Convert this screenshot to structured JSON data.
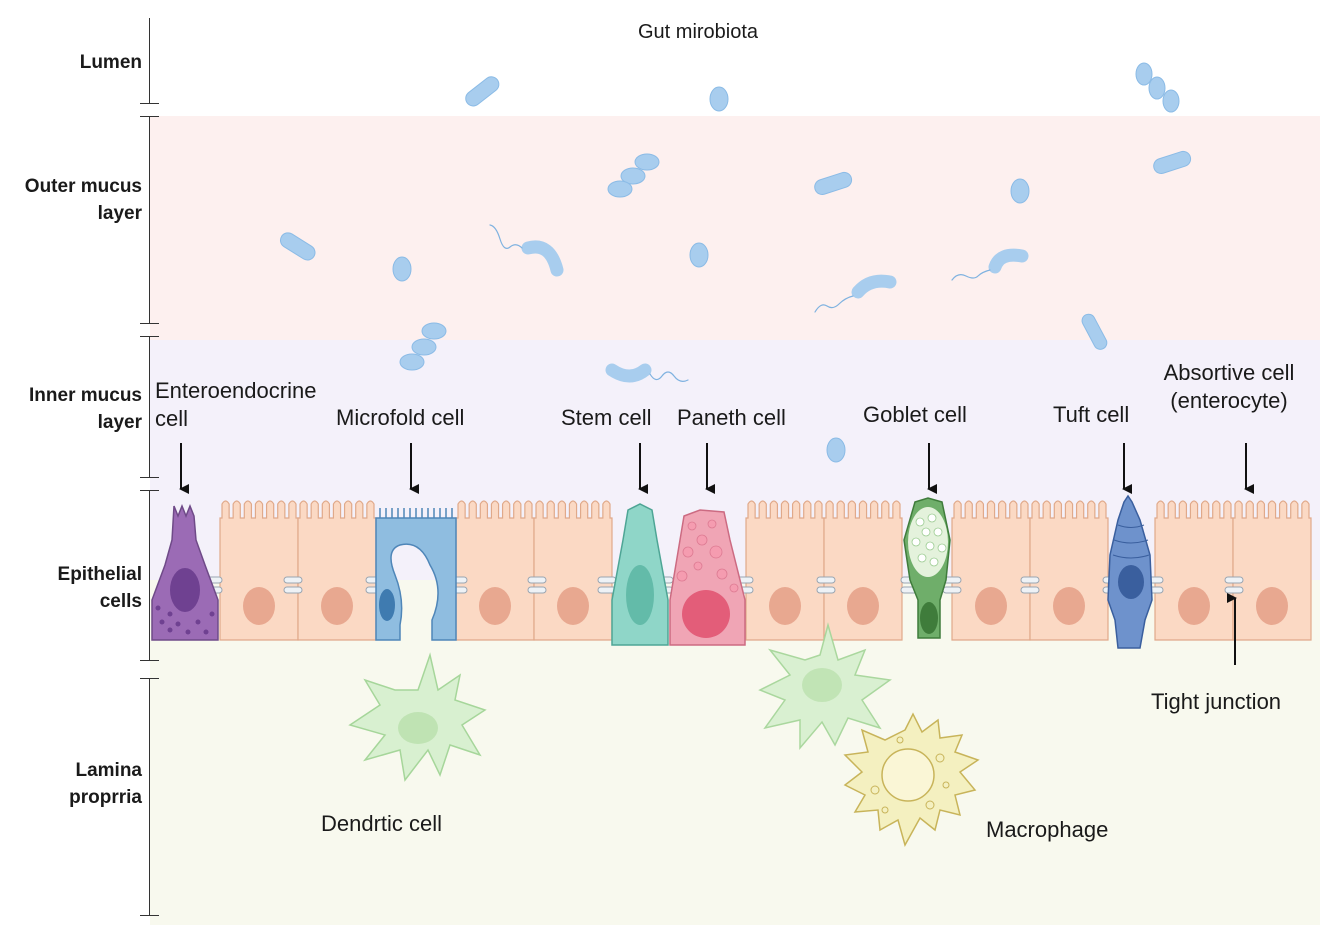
{
  "layers": {
    "lumen": "Lumen",
    "outer_mucus_l1": "Outer mucus",
    "outer_mucus_l2": "layer",
    "inner_mucus_l1": "Inner mucus",
    "inner_mucus_l2": "layer",
    "epithelial_l1": "Epithelial",
    "epithelial_l2": "cells",
    "lamina_l1": "Lamina",
    "lamina_l2": "proprria"
  },
  "labels": {
    "gut_microbiota": "Gut mirobiota",
    "enteroendocrine_l1": "Enteroendocrine",
    "enteroendocrine_l2": "cell",
    "microfold": "Microfold cell",
    "stem": "Stem cell",
    "paneth": "Paneth cell",
    "goblet": "Goblet cell",
    "tuft": "Tuft cell",
    "absorptive_l1": "Absortive cell",
    "absorptive_l2": "(enterocyte)",
    "tight_junction": "Tight junction",
    "dendritic": "Dendrtic cell",
    "macrophage": "Macrophage"
  },
  "colors": {
    "enterocyte_fill": "#fbd9c4",
    "enterocyte_stroke": "#e0a98a",
    "nucleus": "#e8a890",
    "bacteria": "#a8cdee",
    "bacteria_stroke": "#7fb2e0",
    "enteroendocrine": "#9b6bb5",
    "microfold": "#8fbde0",
    "stem": "#8fd6c8",
    "paneth": "#f0a5b5",
    "goblet": "#6fae6a",
    "tuft": "#6e92cc",
    "dendritic": "#d8f0d0",
    "macrophage": "#f4f0c0"
  }
}
